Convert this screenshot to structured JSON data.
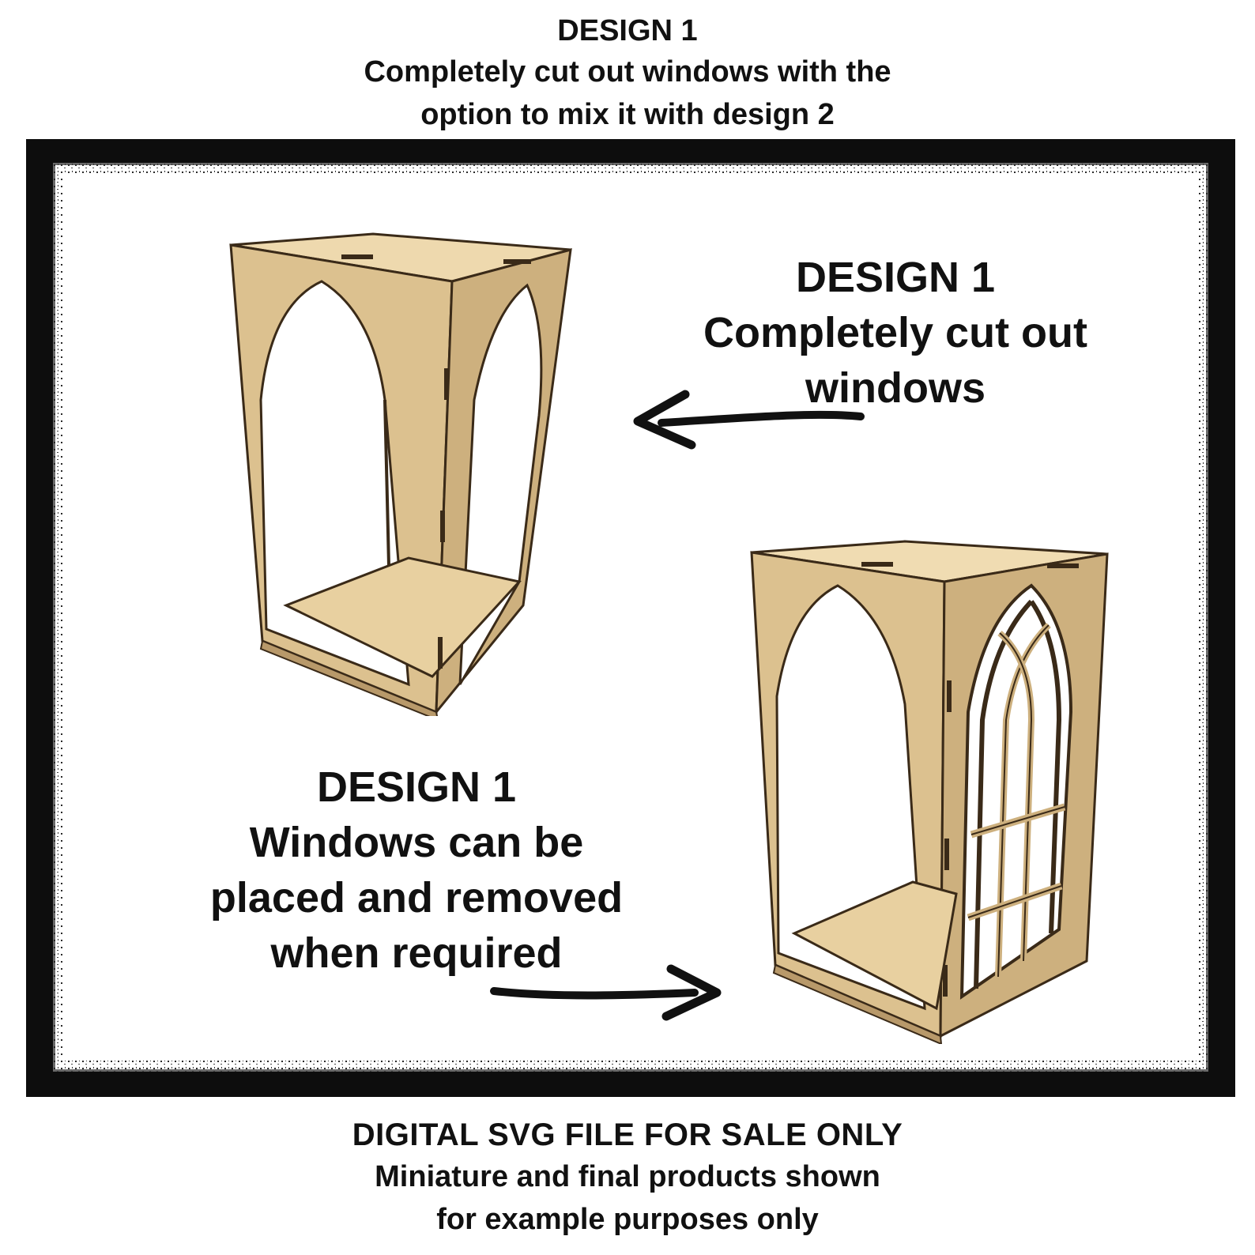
{
  "header": {
    "line1": "DESIGN 1",
    "line2": "Completely cut out windows with the",
    "line3": "option to mix it with design 2"
  },
  "callout_top": {
    "line1": "DESIGN 1",
    "line2": "Completely cut out",
    "line3": "windows"
  },
  "callout_bottom": {
    "line1": "DESIGN 1",
    "line2": "Windows can be",
    "line3": "placed and removed",
    "line4": "when required"
  },
  "footer": {
    "line1": "DIGITAL SVG FILE FOR SALE ONLY",
    "line2": "Miniature and final products shown",
    "line3": "for example purposes only"
  },
  "colors": {
    "frame": "#0d0d0d",
    "wood_light": "#e9d3a6",
    "wood_mid": "#d8bd8a",
    "wood_dark": "#b8996a",
    "edge": "#3a2a18"
  },
  "icons": [
    "arrow-left-icon",
    "arrow-right-icon"
  ]
}
